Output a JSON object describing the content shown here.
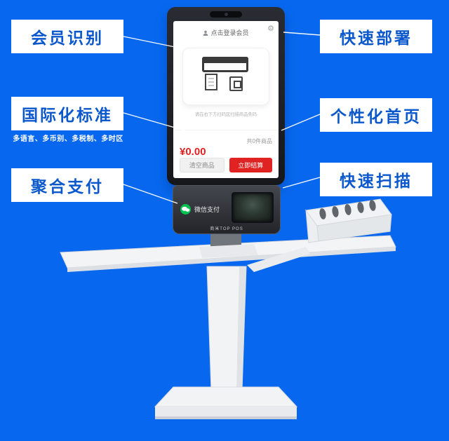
{
  "colors": {
    "background": "#0768ef",
    "callout_text": "#0b57cc",
    "accent_red": "#e02222",
    "wechat_green": "#00c250"
  },
  "callouts": {
    "member_recognition": "会员识别",
    "rapid_deployment": "快速部署",
    "international_standard": "国际化标准",
    "international_sub": "多语言、多币别、多税制、多时区",
    "personalized_home": "个性化首页",
    "aggregate_payment": "聚合支付",
    "fast_scan": "快速扫描"
  },
  "screen": {
    "login_prompt": "点击登录会员",
    "gear_icon": "⚙",
    "scan_hint": "请在右下方扫码区扫描商品条码",
    "items_count": "共0件商品",
    "total_price": "¥0.00",
    "clear_button": "清空商品",
    "checkout_button": "立即结算"
  },
  "payment": {
    "wechat_label": "微信支付",
    "brand_label": "商米TOP POS"
  }
}
